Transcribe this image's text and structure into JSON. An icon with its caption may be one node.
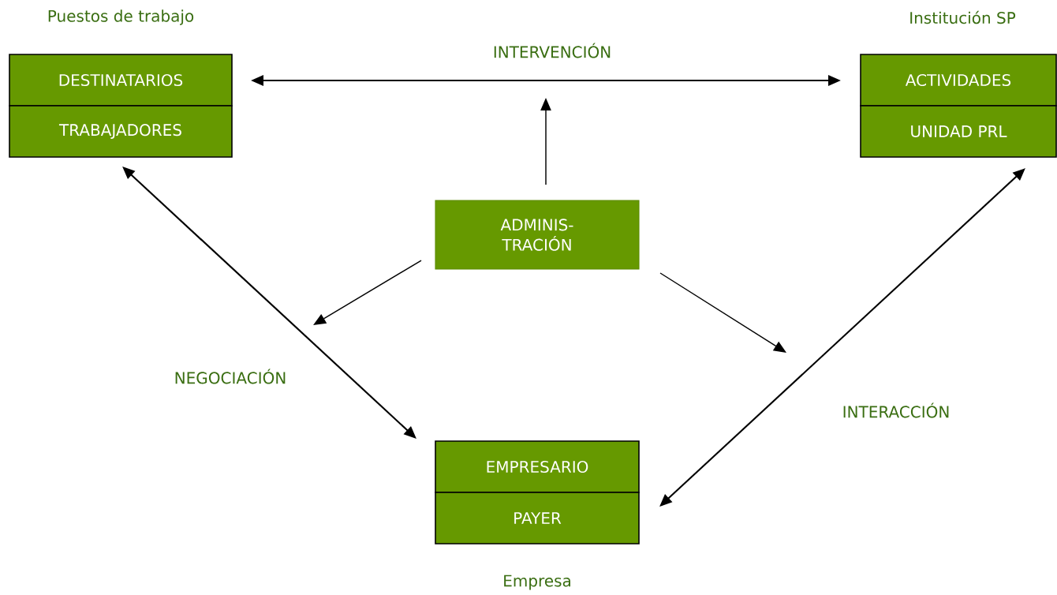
{
  "diagram": {
    "nodes": [
      {
        "text": [
          "Puestos de trabajo",
          "DESTINATARIOS",
          "TRABAJADORES"
        ]
      },
      {
        "text": [
          "Institución SP",
          "ACTIVIDADES",
          "UNIDAD PRL"
        ]
      },
      {
        "text": [
          "ADMINIS- TRACIÓN"
        ]
      },
      {
        "text": [
          "EMPRESARIO",
          "PAYER",
          "Empresa"
        ]
      }
    ],
    "edges": [
      {
        "from": 0,
        "to": 1,
        "arrow": "both",
        "label": "INTERVENCIÓN"
      },
      {
        "from": 2,
        "to": null,
        "arrow": "to"
      },
      {
        "from": 2,
        "to": null,
        "arrow": "to"
      },
      {
        "from": 2,
        "to": null,
        "arrow": "to"
      },
      {
        "from": 0,
        "to": 3,
        "arrow": "both",
        "label": "NEGOCIACIÓN"
      },
      {
        "from": 1,
        "to": 3,
        "arrow": "both",
        "label": "INTERACCIÓN"
      }
    ]
  }
}
